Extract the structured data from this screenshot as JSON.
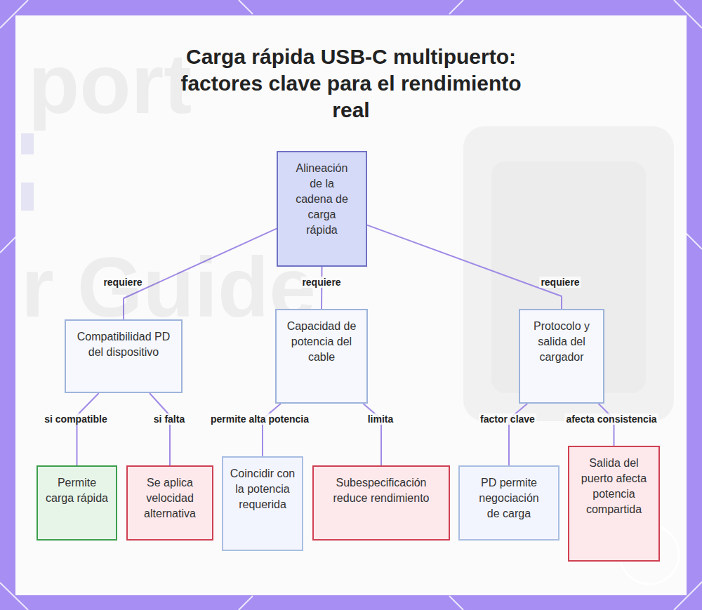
{
  "diagram": {
    "title": "Carga rápida USB-C multipuerto: factores clave para el rendimiento real",
    "nodes": [
      {
        "text": [
          "Alineación de la cadena de carga rápida"
        ]
      },
      {
        "text": [
          "Compatibilidad PD del dispositivo"
        ]
      },
      {
        "text": [
          "Capacidad de potencia del cable"
        ]
      },
      {
        "text": [
          "Protocolo y salida del cargador"
        ]
      },
      {
        "text": [
          "Permite carga rápida"
        ]
      },
      {
        "text": [
          "Se aplica velocidad alternativa"
        ]
      },
      {
        "text": [
          "Coincidir con la potencia requerida"
        ]
      },
      {
        "text": [
          "Subespecificación reduce rendimiento"
        ]
      },
      {
        "text": [
          "PD permite negociación de carga"
        ]
      },
      {
        "text": [
          "Salida del puerto afecta potencia compartida"
        ]
      }
    ],
    "edges": [
      {
        "from": 0,
        "to": 1,
        "label": "requiere",
        "arrow": "none"
      },
      {
        "from": 0,
        "to": 2,
        "label": "requiere",
        "arrow": "none"
      },
      {
        "from": 0,
        "to": 3,
        "label": "requiere",
        "arrow": "none"
      },
      {
        "from": 1,
        "to": 4,
        "label": "si compatible",
        "arrow": "none"
      },
      {
        "from": 1,
        "to": 5,
        "label": "si falta",
        "arrow": "none"
      },
      {
        "from": 2,
        "to": 6,
        "label": "permite alta potencia",
        "arrow": "none"
      },
      {
        "from": 2,
        "to": 7,
        "label": "limita",
        "arrow": "none"
      },
      {
        "from": 3,
        "to": 8,
        "label": "factor clave",
        "arrow": "none"
      },
      {
        "from": 3,
        "to": 9,
        "label": "afecta consistencia",
        "arrow": "none"
      }
    ],
    "labels": [
      "port",
      "r Guide"
    ]
  }
}
